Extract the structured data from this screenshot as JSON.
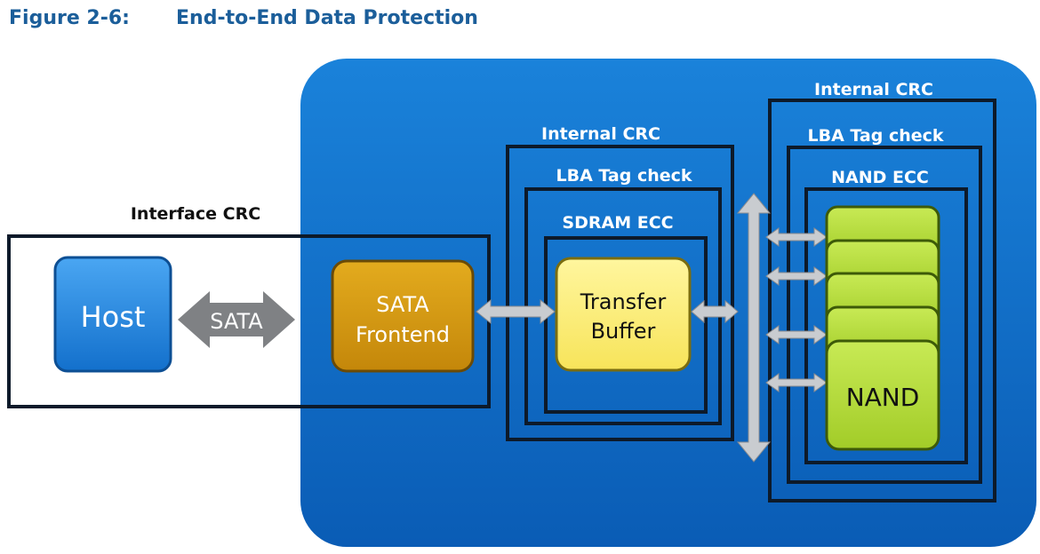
{
  "figure": {
    "number": "Figure 2-6:",
    "title": "End-to-End Data Protection"
  },
  "labels": {
    "interface_crc": "Interface CRC",
    "internal_crc_buffer": "Internal CRC",
    "lba_tag_buffer": "LBA Tag check",
    "sdram_ecc": "SDRAM ECC",
    "internal_crc_nand": "Internal CRC",
    "lba_tag_nand": "LBA Tag check",
    "nand_ecc": "NAND ECC"
  },
  "blocks": {
    "host": "Host",
    "sata_arrow": "SATA",
    "frontend_line1": "SATA",
    "frontend_line2": "Frontend",
    "buffer_line1": "Transfer",
    "buffer_line2": "Buffer",
    "nand": "NAND"
  },
  "colors": {
    "title": "#1b5e9a",
    "panel_top": "#1a7fd8",
    "panel_bottom": "#0a5fb8",
    "box_outline": "#0d1a2a",
    "host_fill": "#2a8ee8",
    "frontend_fill": "#d39a12",
    "buffer_fill": "#fcef7c",
    "nand_fill": "#b4dc38",
    "arrow_grey": "#c9ccd0",
    "sata_arrow": "#7f8184"
  },
  "icons": {
    "bidirectional_arrow": "double-headed-arrow"
  }
}
